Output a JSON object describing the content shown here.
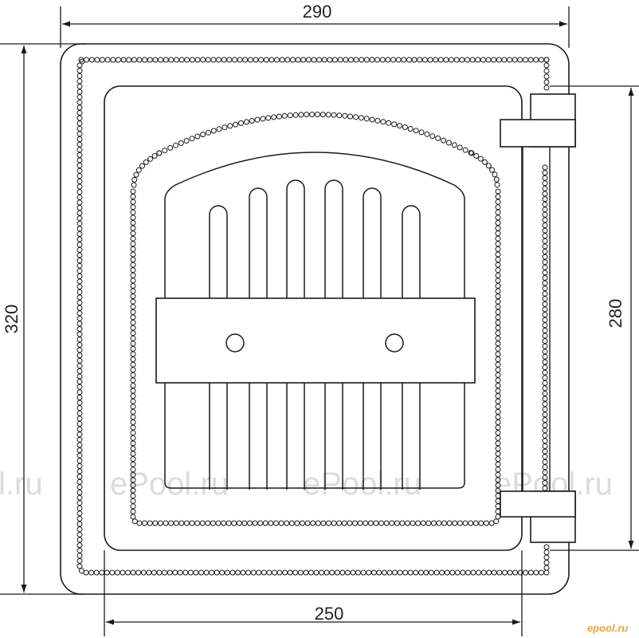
{
  "dimensions": {
    "top_width": "290",
    "bottom_width": "250",
    "left_height": "320",
    "right_height": "280"
  },
  "watermark": {
    "text": "ePool.ru",
    "partial": "l.ru"
  },
  "brand": {
    "text": "epool.ru",
    "color": "#f2a23a"
  },
  "colors": {
    "line": "#1a1a1a",
    "bead": "#1a1a1a",
    "watermark": "#dcdcdc"
  }
}
